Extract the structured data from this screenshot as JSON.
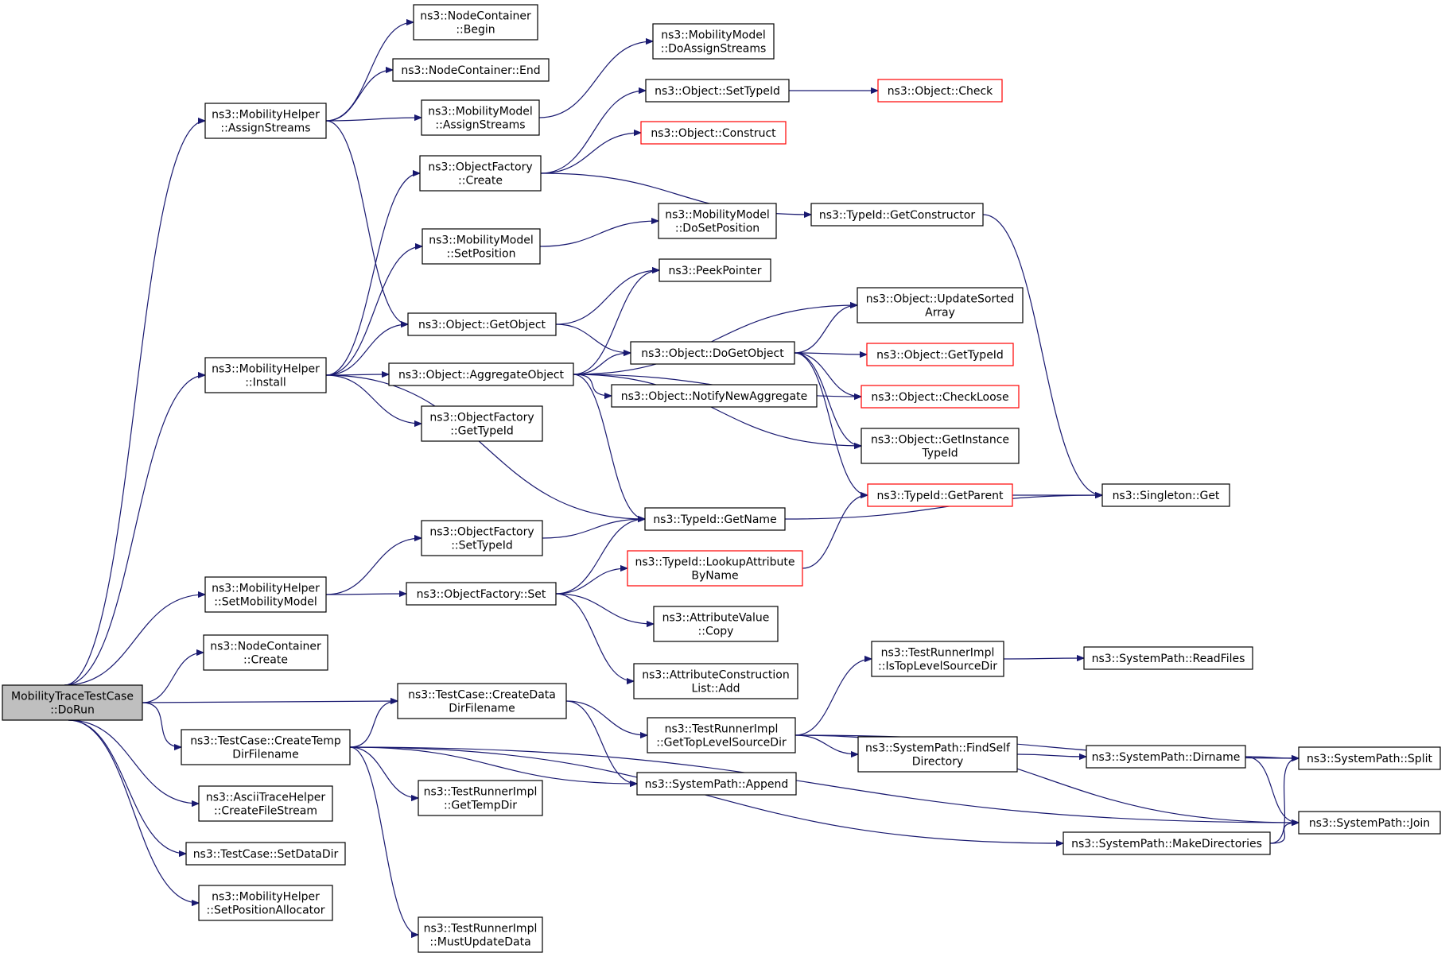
{
  "graph": {
    "type": "call-graph",
    "edge_color": "#191970",
    "root_fill": "#bfbfbf",
    "truncated_border_color": "#ff0000",
    "nodes": [
      {
        "id": "root",
        "lines": [
          "MobilityTraceTestCase",
          "::DoRun"
        ],
        "style": "root"
      },
      {
        "id": "mh_assign",
        "lines": [
          "ns3::MobilityHelper",
          "::AssignStreams"
        ]
      },
      {
        "id": "nc_begin",
        "lines": [
          "ns3::NodeContainer",
          "::Begin"
        ]
      },
      {
        "id": "nc_end",
        "lines": [
          "ns3::NodeContainer::End"
        ]
      },
      {
        "id": "mm_assign",
        "lines": [
          "ns3::MobilityModel",
          "::AssignStreams"
        ]
      },
      {
        "id": "mm_doassign",
        "lines": [
          "ns3::MobilityModel",
          "::DoAssignStreams"
        ]
      },
      {
        "id": "obj_settypeid",
        "lines": [
          "ns3::Object::SetTypeId"
        ]
      },
      {
        "id": "obj_check",
        "lines": [
          "ns3::Object::Check"
        ],
        "style": "truncated"
      },
      {
        "id": "obj_construct",
        "lines": [
          "ns3::Object::Construct"
        ],
        "style": "truncated"
      },
      {
        "id": "of_create",
        "lines": [
          "ns3::ObjectFactory",
          "::Create"
        ]
      },
      {
        "id": "typeid_getctor",
        "lines": [
          "ns3::TypeId::GetConstructor"
        ]
      },
      {
        "id": "mm_setpos",
        "lines": [
          "ns3::MobilityModel",
          "::SetPosition"
        ]
      },
      {
        "id": "mm_dosetpos",
        "lines": [
          "ns3::MobilityModel",
          "::DoSetPosition"
        ]
      },
      {
        "id": "peekpointer",
        "lines": [
          "ns3::PeekPointer"
        ]
      },
      {
        "id": "obj_getobject",
        "lines": [
          "ns3::Object::GetObject"
        ]
      },
      {
        "id": "obj_updatesorted",
        "lines": [
          "ns3::Object::UpdateSorted",
          "Array"
        ]
      },
      {
        "id": "mh_install",
        "lines": [
          "ns3::MobilityHelper",
          "::Install"
        ]
      },
      {
        "id": "obj_aggregate",
        "lines": [
          "ns3::Object::AggregateObject"
        ]
      },
      {
        "id": "obj_dogetobject",
        "lines": [
          "ns3::Object::DoGetObject"
        ]
      },
      {
        "id": "obj_gettypeid",
        "lines": [
          "ns3::Object::GetTypeId"
        ],
        "style": "truncated"
      },
      {
        "id": "obj_notify",
        "lines": [
          "ns3::Object::NotifyNewAggregate"
        ]
      },
      {
        "id": "obj_checkloose",
        "lines": [
          "ns3::Object::CheckLoose"
        ],
        "style": "truncated"
      },
      {
        "id": "of_gettypeid",
        "lines": [
          "ns3::ObjectFactory",
          "::GetTypeId"
        ]
      },
      {
        "id": "obj_getinstance",
        "lines": [
          "ns3::Object::GetInstance",
          "TypeId"
        ]
      },
      {
        "id": "typeid_getparent",
        "lines": [
          "ns3::TypeId::GetParent"
        ],
        "style": "truncated"
      },
      {
        "id": "singleton_get",
        "lines": [
          "ns3::Singleton::Get"
        ]
      },
      {
        "id": "typeid_getname",
        "lines": [
          "ns3::TypeId::GetName"
        ]
      },
      {
        "id": "of_settypeid",
        "lines": [
          "ns3::ObjectFactory",
          "::SetTypeId"
        ]
      },
      {
        "id": "typeid_lookup",
        "lines": [
          "ns3::TypeId::LookupAttribute",
          "ByName"
        ],
        "style": "truncated"
      },
      {
        "id": "mh_setmobility",
        "lines": [
          "ns3::MobilityHelper",
          "::SetMobilityModel"
        ]
      },
      {
        "id": "of_set",
        "lines": [
          "ns3::ObjectFactory::Set"
        ]
      },
      {
        "id": "av_copy",
        "lines": [
          "ns3::AttributeValue",
          "::Copy"
        ]
      },
      {
        "id": "nc_create",
        "lines": [
          "ns3::NodeContainer",
          "::Create"
        ]
      },
      {
        "id": "acl_add",
        "lines": [
          "ns3::AttributeConstruction",
          "List::Add"
        ]
      },
      {
        "id": "tri_istoplevel",
        "lines": [
          "ns3::TestRunnerImpl",
          "::IsTopLevelSourceDir"
        ]
      },
      {
        "id": "sp_readfiles",
        "lines": [
          "ns3::SystemPath::ReadFiles"
        ]
      },
      {
        "id": "tc_createdata",
        "lines": [
          "ns3::TestCase::CreateData",
          "DirFilename"
        ]
      },
      {
        "id": "tri_gettoplevel",
        "lines": [
          "ns3::TestRunnerImpl",
          "::GetTopLevelSourceDir"
        ]
      },
      {
        "id": "tc_createtemp",
        "lines": [
          "ns3::TestCase::CreateTemp",
          "DirFilename"
        ]
      },
      {
        "id": "sp_findself",
        "lines": [
          "ns3::SystemPath::FindSelf",
          "Directory"
        ]
      },
      {
        "id": "sp_dirname",
        "lines": [
          "ns3::SystemPath::Dirname"
        ]
      },
      {
        "id": "sp_split",
        "lines": [
          "ns3::SystemPath::Split"
        ]
      },
      {
        "id": "sp_append",
        "lines": [
          "ns3::SystemPath::Append"
        ]
      },
      {
        "id": "ath_createfs",
        "lines": [
          "ns3::AsciiTraceHelper",
          "::CreateFileStream"
        ]
      },
      {
        "id": "tri_gettempdir",
        "lines": [
          "ns3::TestRunnerImpl",
          "::GetTempDir"
        ]
      },
      {
        "id": "sp_join",
        "lines": [
          "ns3::SystemPath::Join"
        ]
      },
      {
        "id": "sp_makedirs",
        "lines": [
          "ns3::SystemPath::MakeDirectories"
        ]
      },
      {
        "id": "tc_setdatadir",
        "lines": [
          "ns3::TestCase::SetDataDir"
        ]
      },
      {
        "id": "mh_setposalloc",
        "lines": [
          "ns3::MobilityHelper",
          "::SetPositionAllocator"
        ]
      },
      {
        "id": "tri_mustupdate",
        "lines": [
          "ns3::TestRunnerImpl",
          "::MustUpdateData"
        ]
      }
    ],
    "edges": [
      [
        "root",
        "mh_assign"
      ],
      [
        "root",
        "mh_install"
      ],
      [
        "root",
        "mh_setmobility"
      ],
      [
        "root",
        "nc_create"
      ],
      [
        "root",
        "tc_createdata"
      ],
      [
        "root",
        "tc_createtemp"
      ],
      [
        "root",
        "ath_createfs"
      ],
      [
        "root",
        "tc_setdatadir"
      ],
      [
        "root",
        "mh_setposalloc"
      ],
      [
        "mh_assign",
        "nc_begin"
      ],
      [
        "mh_assign",
        "nc_end"
      ],
      [
        "mh_assign",
        "mm_assign"
      ],
      [
        "mh_assign",
        "obj_getobject"
      ],
      [
        "mm_assign",
        "mm_doassign"
      ],
      [
        "of_create",
        "obj_settypeid"
      ],
      [
        "of_create",
        "obj_construct"
      ],
      [
        "of_create",
        "typeid_getctor"
      ],
      [
        "obj_settypeid",
        "obj_check"
      ],
      [
        "typeid_getctor",
        "singleton_get"
      ],
      [
        "mm_setpos",
        "mm_dosetpos"
      ],
      [
        "obj_getobject",
        "peekpointer"
      ],
      [
        "obj_getobject",
        "obj_dogetobject"
      ],
      [
        "mh_install",
        "of_create"
      ],
      [
        "mh_install",
        "mm_setpos"
      ],
      [
        "mh_install",
        "obj_getobject"
      ],
      [
        "mh_install",
        "obj_aggregate"
      ],
      [
        "mh_install",
        "of_gettypeid"
      ],
      [
        "mh_install",
        "typeid_getname"
      ],
      [
        "obj_aggregate",
        "peekpointer"
      ],
      [
        "obj_aggregate",
        "obj_updatesorted"
      ],
      [
        "obj_aggregate",
        "obj_dogetobject"
      ],
      [
        "obj_aggregate",
        "obj_notify"
      ],
      [
        "obj_aggregate",
        "obj_checkloose"
      ],
      [
        "obj_aggregate",
        "obj_getinstance"
      ],
      [
        "obj_aggregate",
        "typeid_getname"
      ],
      [
        "obj_dogetobject",
        "obj_updatesorted"
      ],
      [
        "obj_dogetobject",
        "obj_gettypeid"
      ],
      [
        "obj_dogetobject",
        "obj_checkloose"
      ],
      [
        "obj_dogetobject",
        "obj_getinstance"
      ],
      [
        "obj_dogetobject",
        "typeid_getparent"
      ],
      [
        "typeid_getparent",
        "singleton_get"
      ],
      [
        "typeid_getname",
        "singleton_get"
      ],
      [
        "mh_setmobility",
        "of_settypeid"
      ],
      [
        "mh_setmobility",
        "of_set"
      ],
      [
        "of_settypeid",
        "typeid_getname"
      ],
      [
        "of_set",
        "typeid_getname"
      ],
      [
        "of_set",
        "typeid_lookup"
      ],
      [
        "of_set",
        "av_copy"
      ],
      [
        "of_set",
        "acl_add"
      ],
      [
        "typeid_lookup",
        "typeid_getparent"
      ],
      [
        "tc_createdata",
        "tri_gettoplevel"
      ],
      [
        "tc_createdata",
        "sp_append"
      ],
      [
        "tri_istoplevel",
        "sp_readfiles"
      ],
      [
        "tri_gettoplevel",
        "tri_istoplevel"
      ],
      [
        "tri_gettoplevel",
        "sp_findself"
      ],
      [
        "tri_gettoplevel",
        "sp_split"
      ],
      [
        "tri_gettoplevel",
        "sp_join"
      ],
      [
        "sp_findself",
        "sp_dirname"
      ],
      [
        "sp_dirname",
        "sp_split"
      ],
      [
        "sp_dirname",
        "sp_join"
      ],
      [
        "tc_createtemp",
        "tc_createdata"
      ],
      [
        "tc_createtemp",
        "sp_append"
      ],
      [
        "tc_createtemp",
        "tri_gettempdir"
      ],
      [
        "tc_createtemp",
        "sp_makedirs"
      ],
      [
        "tc_createtemp",
        "sp_join"
      ],
      [
        "tc_createtemp",
        "tri_mustupdate"
      ],
      [
        "sp_makedirs",
        "sp_split"
      ],
      [
        "sp_makedirs",
        "sp_join"
      ]
    ]
  }
}
